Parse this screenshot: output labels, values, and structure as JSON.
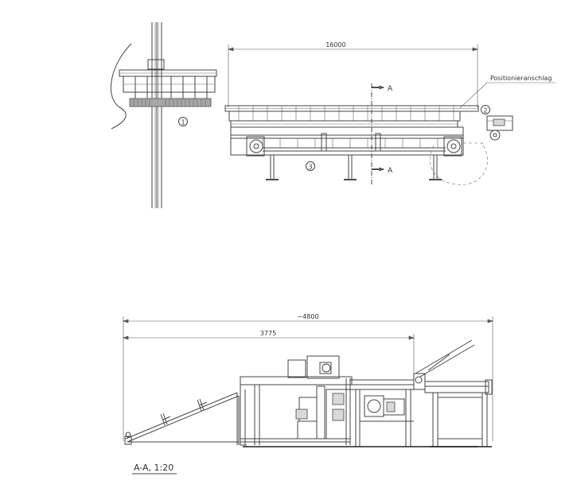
{
  "dimensions": {
    "top_length": "16000",
    "side_total": "~4800",
    "side_partial": "3775"
  },
  "labels": {
    "positioning_stop": "Positionieranschlag",
    "section_marker": "A",
    "section_title": "A-A, 1:20"
  },
  "callouts": {
    "one": "1",
    "two": "2",
    "three": "3"
  }
}
